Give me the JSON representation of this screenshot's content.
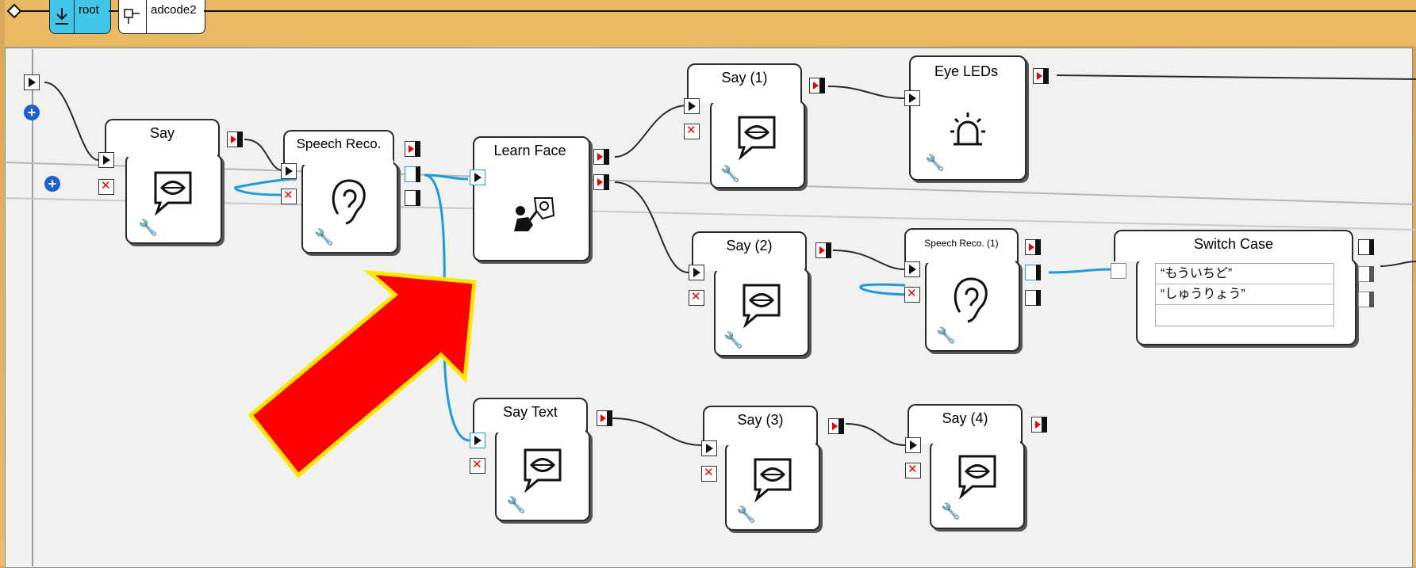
{
  "breadcrumb": {
    "root_label": "root",
    "child_label": "adcode2"
  },
  "boxes": {
    "say": "Say",
    "speech_reco": "Speech Reco.",
    "learn_face": "Learn Face",
    "say1": "Say (1)",
    "eye_leds": "Eye LEDs",
    "say2": "Say (2)",
    "speech_reco1": "Speech Reco. (1)",
    "switch_case": "Switch Case",
    "say_text": "Say Text",
    "say3": "Say (3)",
    "say4": "Say (4)"
  },
  "switch_case_rows": [
    "“もういちど”",
    "“しゅうりょう”",
    ""
  ],
  "colors": {
    "accent_cyan": "#3fc6e8",
    "wire_blue": "#1e9bdc",
    "arrow_red": "#ff0000",
    "arrow_outline": "#ffe600"
  },
  "icons": [
    "diamond-icon",
    "root-box-icon",
    "adcode-box-icon",
    "lips-icon",
    "ear-icon",
    "learn-face-icon",
    "led-icon",
    "wrench-icon",
    "plus-icon"
  ]
}
